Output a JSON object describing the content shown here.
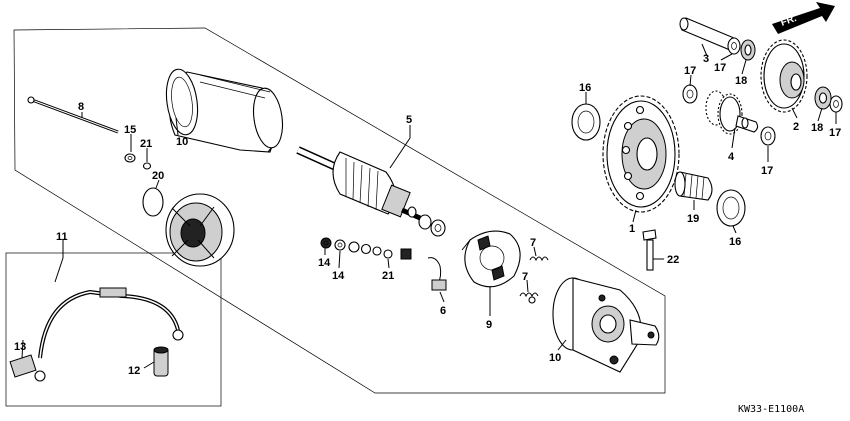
{
  "diagram": {
    "code": "KW33-E1100A",
    "direction_label": "FR.",
    "callouts": [
      "1",
      "2",
      "3",
      "4",
      "5",
      "6",
      "7",
      "8",
      "9",
      "10",
      "11",
      "12",
      "13",
      "14",
      "15",
      "16",
      "17",
      "18",
      "19",
      "20",
      "21",
      "22"
    ],
    "part_labels": {
      "p1": "1",
      "p2": "2",
      "p3": "3",
      "p4": "4",
      "p5": "5",
      "p6": "6",
      "p7a": "7",
      "p7b": "7",
      "p8": "8",
      "p9": "9",
      "p10a": "10",
      "p10b": "10",
      "p11": "11",
      "p12": "12",
      "p13": "13",
      "p14a": "14",
      "p14b": "14",
      "p15": "15",
      "p16a": "16",
      "p16b": "16",
      "p17a": "17",
      "p17b": "17",
      "p17c": "17",
      "p17d": "17",
      "p18a": "18",
      "p18b": "18",
      "p19": "19",
      "p20": "20",
      "p21a": "21",
      "p21b": "21",
      "p22": "22"
    }
  }
}
